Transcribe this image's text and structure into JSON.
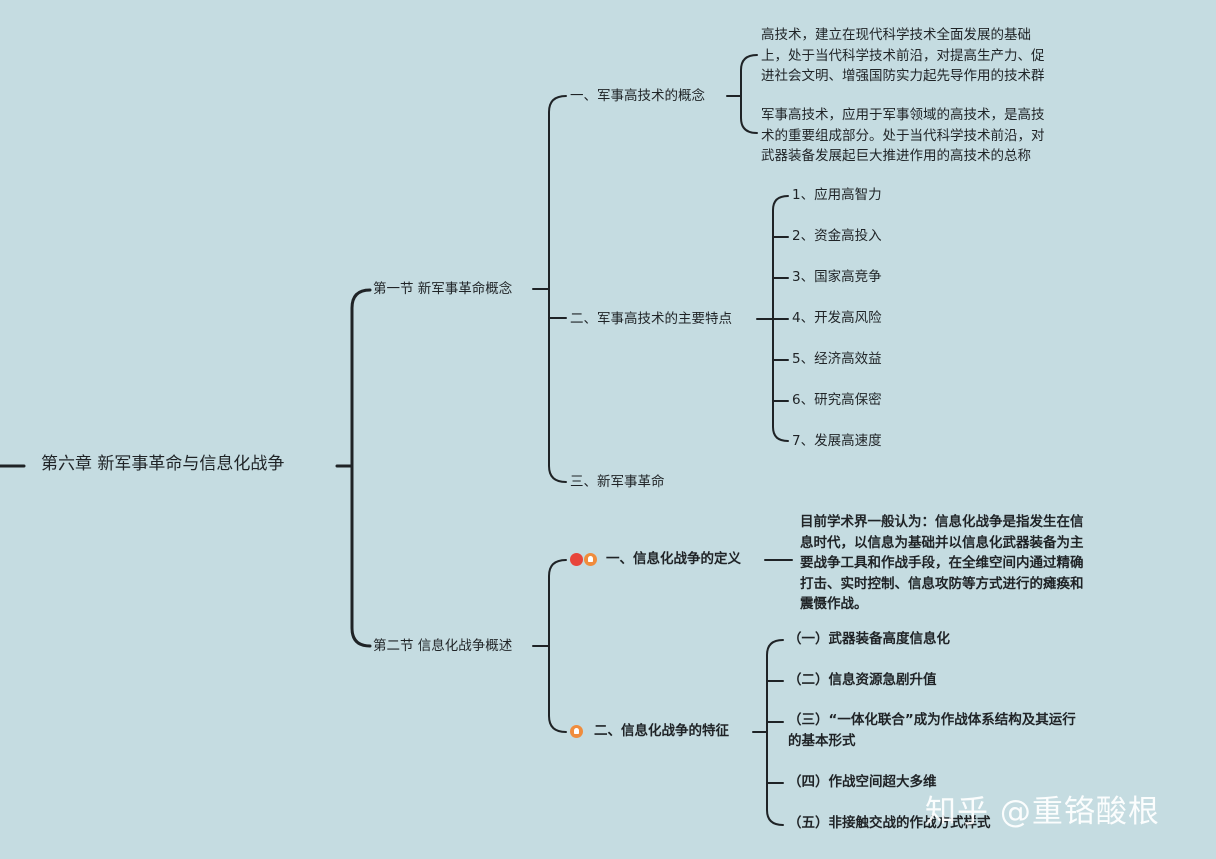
{
  "root": "第六章 新军事革命与信息化战争",
  "section1": {
    "title": "第一节 新军事革命概念",
    "item1": {
      "label": "一、军事高技术的概念",
      "desc1": [
        "高技术，建立在现代科学技术全面发展的基础",
        "上，处于当代科学技术前沿，对提高生产力、促",
        "进社会文明、增强国防实力起先导作用的技术群"
      ],
      "desc2": [
        "军事高技术，应用于军事领域的高技术，是高技",
        "术的重要组成部分。处于当代科学技术前沿，对",
        "武器装备发展起巨大推进作用的高技术的总称"
      ]
    },
    "item2": {
      "label": "二、军事高技术的主要特点",
      "features": [
        "1、应用高智力",
        "2、资金高投入",
        "3、国家高竞争",
        "4、开发高风险",
        "5、经济高效益",
        "6、研究高保密",
        "7、发展高速度"
      ]
    },
    "item3": {
      "label": "三、新军事革命"
    }
  },
  "section2": {
    "title": "第二节 信息化战争概述",
    "item1": {
      "label": "一、信息化战争的定义",
      "desc": [
        "目前学术界一般认为：信息化战争是指发生在信",
        "息时代，以信息为基础并以信息化武器装备为主",
        "要战争工具和作战手段，在全维空间内通过精确",
        "打击、实时控制、信息攻防等方式进行的瘫痪和",
        "震慑作战。"
      ]
    },
    "item2": {
      "label": "二、信息化战争的特征",
      "features": [
        "（一）武器装备高度信息化",
        "（二）信息资源急剧升值",
        "（三）“一体化联合”成为作战体系结构及其运行",
        "的基本形式",
        "（四）作战空间超大多维",
        "（五）非接触交战的作战方式样式"
      ]
    }
  },
  "watermark": "知乎 @重铬酸根",
  "colors": {
    "background": "#c5dce1",
    "line": "#1f2326",
    "icon_red": "#e8453b",
    "icon_orange": "#f08c3c"
  }
}
